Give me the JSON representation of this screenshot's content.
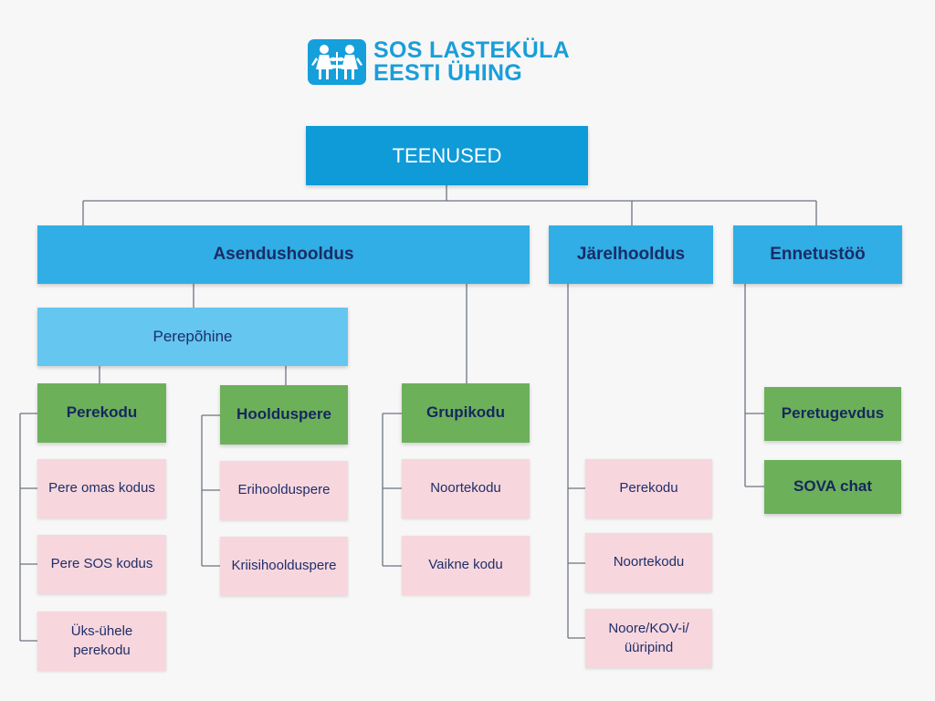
{
  "logo": {
    "line1": "SOS LASTEKÜLA",
    "line2": "EESTI ÜHING",
    "icon": "two-children-holding-plant-logo",
    "color": "#159fdb"
  },
  "chart": {
    "root": "TEENUSED",
    "categories": {
      "asendushooldus": "Asendushooldus",
      "jarelhooldus": "Järelhooldus",
      "ennetustoo": "Ennetustöö"
    },
    "perepohine": "Perepõhine",
    "groups": {
      "perekodu": "Perekodu",
      "hooldupere": "Hoolduspere",
      "grupikodu": "Grupikodu"
    },
    "leaves": {
      "pere_omas_kodus": "Pere omas kodus",
      "pere_sos_kodus": "Pere SOS kodus",
      "uks_uhele_perekodu": "Üks-ühele perekodu",
      "erihooldupere": "Erihoolduspere",
      "kriisihooldupere": "Kriisihoolduspere",
      "noortekodu": "Noortekodu",
      "vaikne_kodu": "Vaikne kodu",
      "jarel_perekodu": "Perekodu",
      "jarel_noortekodu": "Noortekodu",
      "noore_kov_uuripind": "Noore/KOV-i/ üüripind",
      "peretugevdus": "Peretugevdus",
      "sova_chat": "SOVA chat"
    }
  },
  "colors": {
    "root": "#0f9ad8",
    "level1": "#30aee5",
    "level2": "#65c6ef",
    "green": "#6cb05a",
    "pink": "#f8d6dd",
    "text": "#1c2f6b",
    "connector": "#6d7480"
  }
}
